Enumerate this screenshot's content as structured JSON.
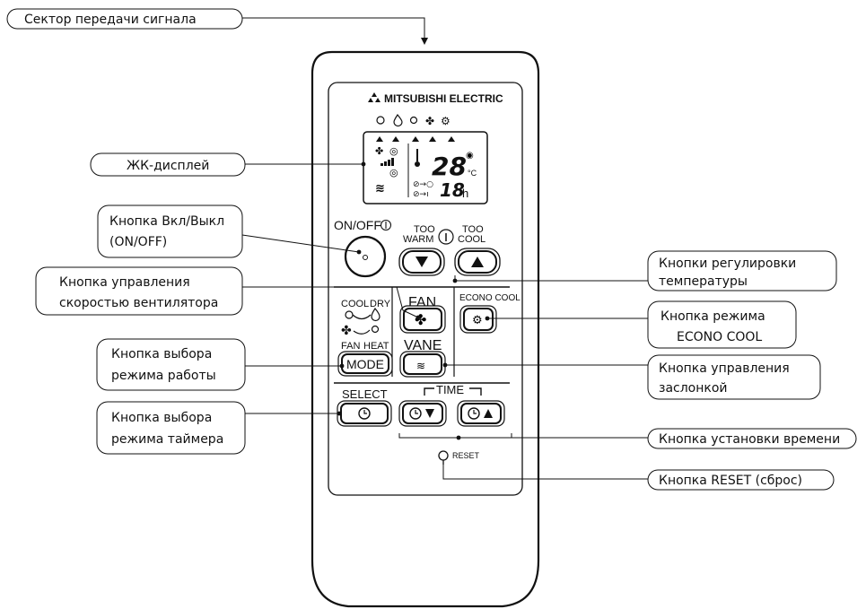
{
  "callouts": {
    "signal_sector": "Сектор передачи сигнала",
    "lcd_display": "ЖК-дисплей",
    "onoff_button": [
      "Кнопка Вкл/Выкл",
      "(ON/OFF)"
    ],
    "fan_speed_button": [
      "Кнопка управления",
      "скоростью вентилятора"
    ],
    "mode_button": [
      "Кнопка выбора",
      "режима работы"
    ],
    "timer_mode_button": [
      "Кнопка выбора",
      "режима таймера"
    ],
    "temp_buttons": [
      "Кнопки регулировки",
      "температуры"
    ],
    "econo_cool_button": [
      "Кнопка режима",
      "ECONO COOL"
    ],
    "vane_button": [
      "Кнопка управления",
      "заслонкой"
    ],
    "time_set_button": "Кнопка установки времени",
    "reset_button": "Кнопка RESET (сброс)"
  },
  "remote": {
    "brand": "MITSUBISHI ELECTRIC",
    "display": {
      "temp": "28",
      "temp_unit": "°C",
      "timer": "18",
      "timer_unit": "h"
    },
    "on_off_label": "ON/OFF",
    "too_warm": [
      "TOO",
      "WARM"
    ],
    "too_cool": [
      "TOO",
      "COOL"
    ],
    "cool": "COOL",
    "dry": "DRY",
    "fan_mode": "FAN",
    "heat": "HEAT",
    "mode_button": "MODE",
    "fan_label": "FAN",
    "econo_cool": "ECONO COOL",
    "vane_label": "VANE",
    "select_label": "SELECT",
    "time_label": "TIME",
    "reset_label": "RESET"
  },
  "colors": {
    "stroke": "#111111",
    "background": "#ffffff"
  }
}
